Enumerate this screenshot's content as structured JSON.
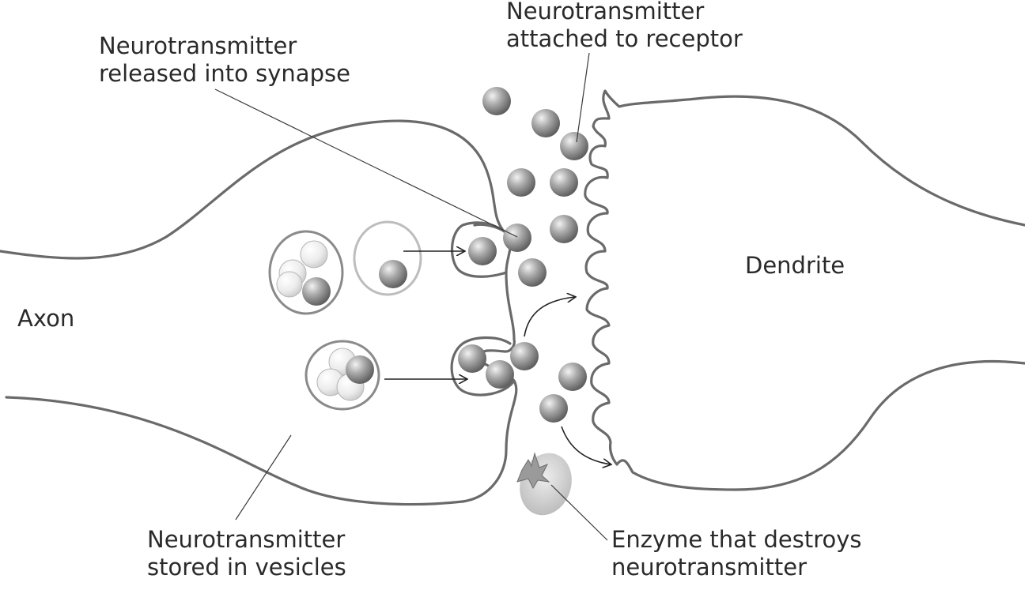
{
  "labels": {
    "axon": "Axon",
    "dendrite": "Dendrite",
    "released": [
      "Neurotransmitter",
      "released into synapse"
    ],
    "attached": [
      "Neurotransmitter",
      "attached to receptor"
    ],
    "stored": [
      "Neurotransmitter",
      "stored in vesicles"
    ],
    "enzyme": [
      "Enzyme that destroys",
      "neurotransmitter"
    ]
  },
  "colors": {
    "membrane": "#6a6a6a",
    "vesicle_dark": "#8a8a8a",
    "vesicle_light": "#bdbdbd",
    "molecule": "#7a7a7a",
    "text": "#2a2a2a"
  }
}
